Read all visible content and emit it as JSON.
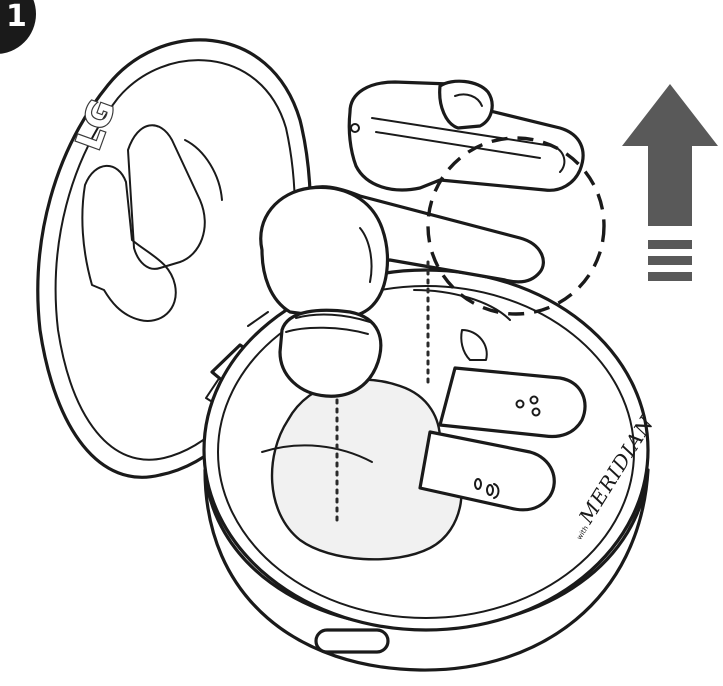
{
  "case_logo": "LG",
  "case_brand_prefix": "with",
  "case_brand": "MERIDIAN",
  "step_indicator": "1",
  "direction": "lift-up",
  "colors": {
    "outline": "#1a1a1a",
    "arrow": "#595959",
    "background": "#ffffff"
  }
}
